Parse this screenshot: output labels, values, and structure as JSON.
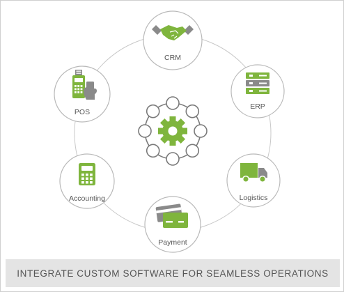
{
  "diagram": {
    "caption": "INTEGRATE CUSTOM SOFTWARE FOR SEAMLESS OPERATIONS",
    "nodes": [
      {
        "id": "crm",
        "label": "CRM",
        "icon": "handshake-icon"
      },
      {
        "id": "erp",
        "label": "ERP",
        "icon": "server-rack-icon"
      },
      {
        "id": "logistics",
        "label": "Logistics",
        "icon": "delivery-truck-icon"
      },
      {
        "id": "payment",
        "label": "Payment",
        "icon": "credit-cards-icon"
      },
      {
        "id": "accounting",
        "label": "Accounting",
        "icon": "calculator-icon"
      },
      {
        "id": "pos",
        "label": "POS",
        "icon": "pos-terminal-icon"
      }
    ],
    "hub": {
      "icon": "gear-network-icon"
    },
    "colors": {
      "accent": "#7fb53d",
      "icon_gray": "#8a8a8a",
      "ring": "#c8c8c8",
      "caption_bg": "#e4e4e4",
      "text": "#555555"
    }
  }
}
